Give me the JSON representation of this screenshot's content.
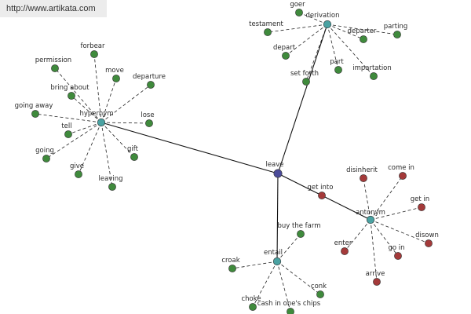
{
  "watermark": "http://www.artikata.com",
  "colors": {
    "background": "#ffffff",
    "center_node": "#4b4b99",
    "hub_node": "#4aa2a2",
    "synonym_leaf": "#3f8a3c",
    "antonym_leaf": "#a43a3a",
    "edge": "#111111",
    "spoke": "#222222"
  },
  "graph": {
    "center": "leave",
    "hubs": {
      "hypernym": "hypernym",
      "derivation": "derivation",
      "antonym": "antonym",
      "entail": "entail"
    },
    "hypernym_terms": [
      "forbear",
      "permission",
      "move",
      "departure",
      "bring about",
      "going away",
      "lose",
      "tell",
      "gift",
      "going",
      "give",
      "leaving"
    ],
    "derivation_terms": [
      "goer",
      "testament",
      "departer",
      "parting",
      "depart",
      "part",
      "impartation",
      "set forth"
    ],
    "antonym_terms": [
      "disinherit",
      "come in",
      "get into",
      "get in",
      "enter",
      "go in",
      "disown",
      "arrive"
    ],
    "entail_terms": [
      "buy the farm",
      "croak",
      "conk",
      "choke",
      "cash in one's chips"
    ]
  }
}
